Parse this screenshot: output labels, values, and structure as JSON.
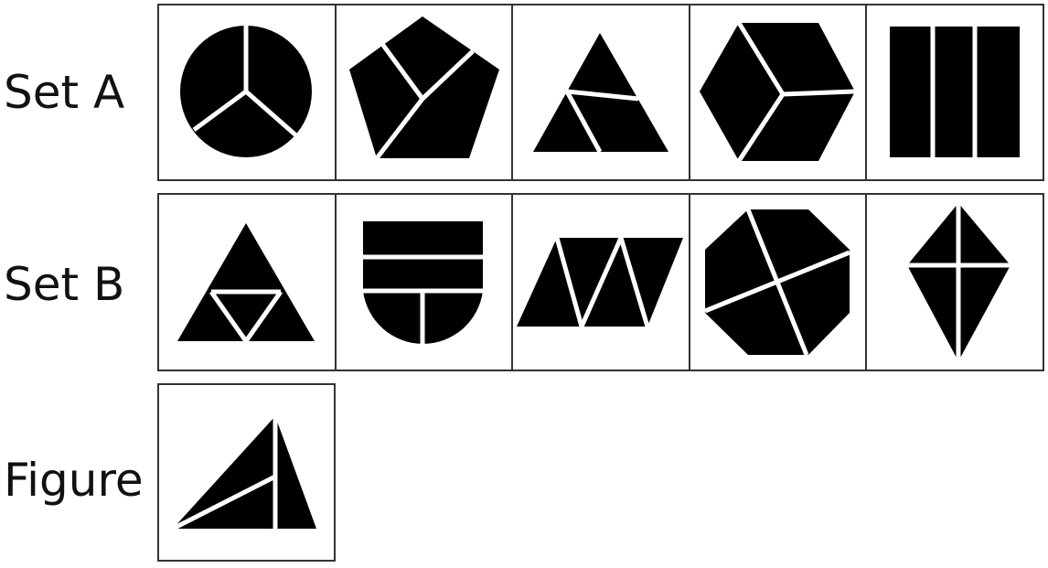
{
  "rows": [
    {
      "label": "Set A",
      "cells": [
        {
          "shape": "circle",
          "divided_into": 3
        },
        {
          "shape": "pentagon",
          "divided_into": 3
        },
        {
          "shape": "triangle",
          "divided_into": 3
        },
        {
          "shape": "hexagon",
          "divided_into": 3
        },
        {
          "shape": "rectangle",
          "divided_into": 3
        }
      ]
    },
    {
      "label": "Set B",
      "cells": [
        {
          "shape": "triangle",
          "divided_into": 4
        },
        {
          "shape": "shield",
          "divided_into": 4
        },
        {
          "shape": "parallelogram",
          "divided_into": 4
        },
        {
          "shape": "octagon",
          "divided_into": 4
        },
        {
          "shape": "kite",
          "divided_into": 4
        }
      ]
    },
    {
      "label": "Figure",
      "cells": [
        {
          "shape": "triangle",
          "divided_into": 3
        }
      ]
    }
  ],
  "colors": {
    "shape_fill": "#000000",
    "divider_line": "#ffffff",
    "cell_border": "#333333",
    "background": "#ffffff"
  }
}
